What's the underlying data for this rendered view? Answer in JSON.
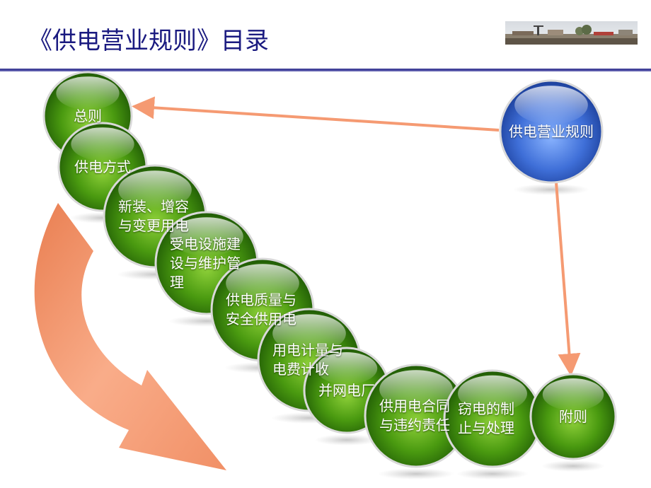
{
  "slide": {
    "title": "《供电营业规则》目录"
  },
  "hub": {
    "label": "供电营业规则"
  },
  "chapters": [
    {
      "label": "总则"
    },
    {
      "label": "供电方式"
    },
    {
      "label": "新装、增容与变更用电"
    },
    {
      "label": "受电设施建设与维护管理"
    },
    {
      "label": "供电质量与安全供用电"
    },
    {
      "label": "用电计量与电费计收"
    },
    {
      "label": "并网电厂"
    },
    {
      "label": "供用电合同与违约责任"
    },
    {
      "label": "窃电的制止与处理"
    },
    {
      "label": "附则"
    }
  ],
  "colors": {
    "title": "#1a1a80",
    "divider": "#2f2f8c",
    "chapter_fill": "#4a9a10",
    "chapter_rim": "#1f5a05",
    "hub_fill": "#3f6fd8",
    "arrow": "#f59a72"
  }
}
